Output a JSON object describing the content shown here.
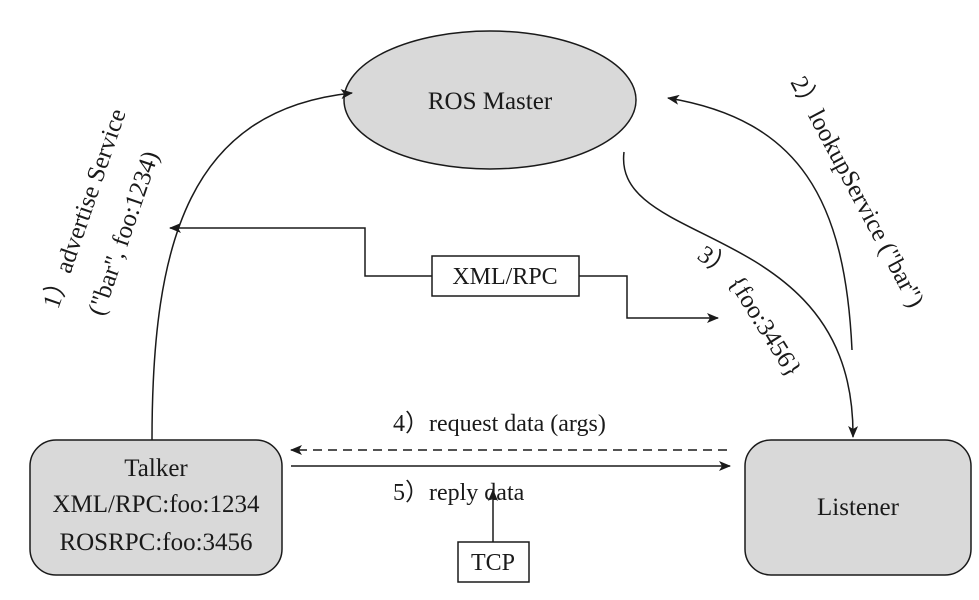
{
  "nodes": {
    "master": {
      "label": "ROS Master"
    },
    "talker": {
      "title": "Talker",
      "line1": "XML/RPC:foo:1234",
      "line2": "ROSRPC:foo:3456"
    },
    "listener": {
      "label": "Listener"
    },
    "xmlrpc_box": {
      "label": "XML/RPC"
    },
    "tcp_box": {
      "label": "TCP"
    }
  },
  "steps": {
    "s1_line1": "1）advertise Service",
    "s1_line2": "(\"bar\", foo:1234)",
    "s2": "2）lookupService (\"bar\")",
    "s3_num": "3）",
    "s3_value": "{foo:3456}",
    "s4": "4）request data (args)",
    "s5": "5）reply data"
  },
  "colors": {
    "node_fill": "#d9d9d9",
    "stroke": "#1a1a1a",
    "background": "#ffffff"
  }
}
